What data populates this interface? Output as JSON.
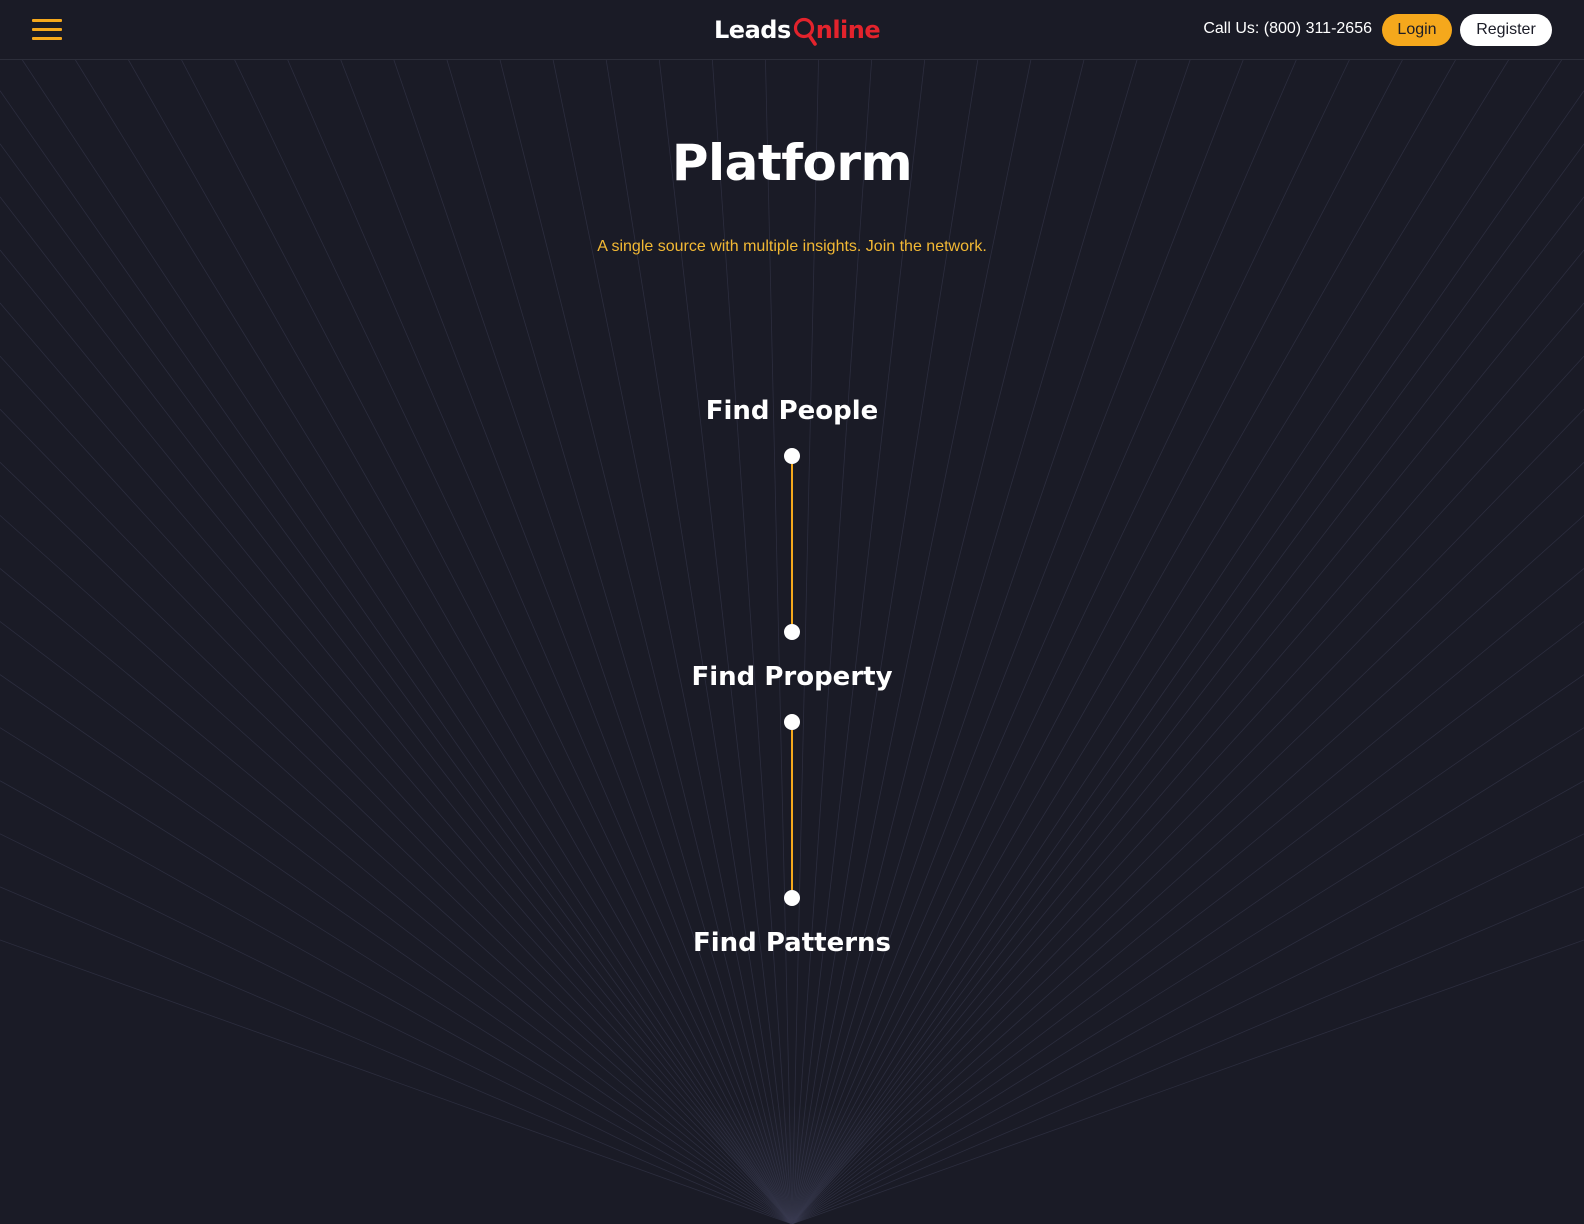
{
  "header": {
    "logo": {
      "part1": "Leads",
      "part2": "nline"
    },
    "phone_label": "Call Us: (800) 311-2656",
    "login_label": "Login",
    "register_label": "Register"
  },
  "hero": {
    "title": "Platform",
    "subtitle": "A single source with multiple insights. Join the network."
  },
  "steps": [
    {
      "label": "Find People"
    },
    {
      "label": "Find Property"
    },
    {
      "label": "Find Patterns"
    }
  ],
  "colors": {
    "background": "#1a1b26",
    "accent": "#f5a81c",
    "subtitle": "#f3b934",
    "logo_red": "#e3232c",
    "ray": "#3a3d52"
  }
}
